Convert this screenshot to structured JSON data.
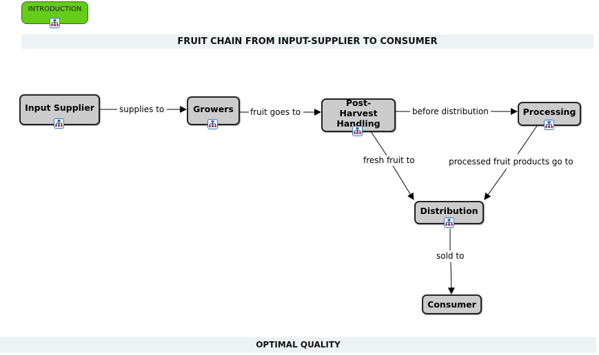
{
  "intro_button": {
    "label": "INTRODUCTION",
    "icon": "submap-icon"
  },
  "banners": {
    "top": "FRUIT CHAIN FROM INPUT-SUPPLIER TO CONSUMER",
    "bottom": "OPTIMAL QUALITY"
  },
  "colors": {
    "intro_fill": "#66cc1a",
    "node_fill": "#cccccc",
    "banner_fill": "#edf3f5",
    "icon_border": "#3a70c8"
  },
  "nodes": [
    {
      "id": "input-supplier",
      "label": "Input Supplier",
      "icon": "submap-icon"
    },
    {
      "id": "growers",
      "label": "Growers",
      "icon": "submap-icon"
    },
    {
      "id": "post-harvest-handling",
      "label": "Post-Harvest Handling",
      "icon": "submap-icon"
    },
    {
      "id": "processing",
      "label": "Processing",
      "icon": "submap-icon"
    },
    {
      "id": "distribution",
      "label": "Distribution",
      "icon": "submap-icon"
    },
    {
      "id": "consumer",
      "label": "Consumer",
      "icon": null
    }
  ],
  "links": [
    {
      "from": "input-supplier",
      "to": "growers",
      "label": "supplies to"
    },
    {
      "from": "growers",
      "to": "post-harvest-handling",
      "label": "fruit goes to"
    },
    {
      "from": "post-harvest-handling",
      "to": "processing",
      "label": "before distribution"
    },
    {
      "from": "post-harvest-handling",
      "to": "distribution",
      "label": "fresh fruit to"
    },
    {
      "from": "processing",
      "to": "distribution",
      "label": "processed fruit products go to"
    },
    {
      "from": "distribution",
      "to": "consumer",
      "label": "sold to"
    }
  ]
}
